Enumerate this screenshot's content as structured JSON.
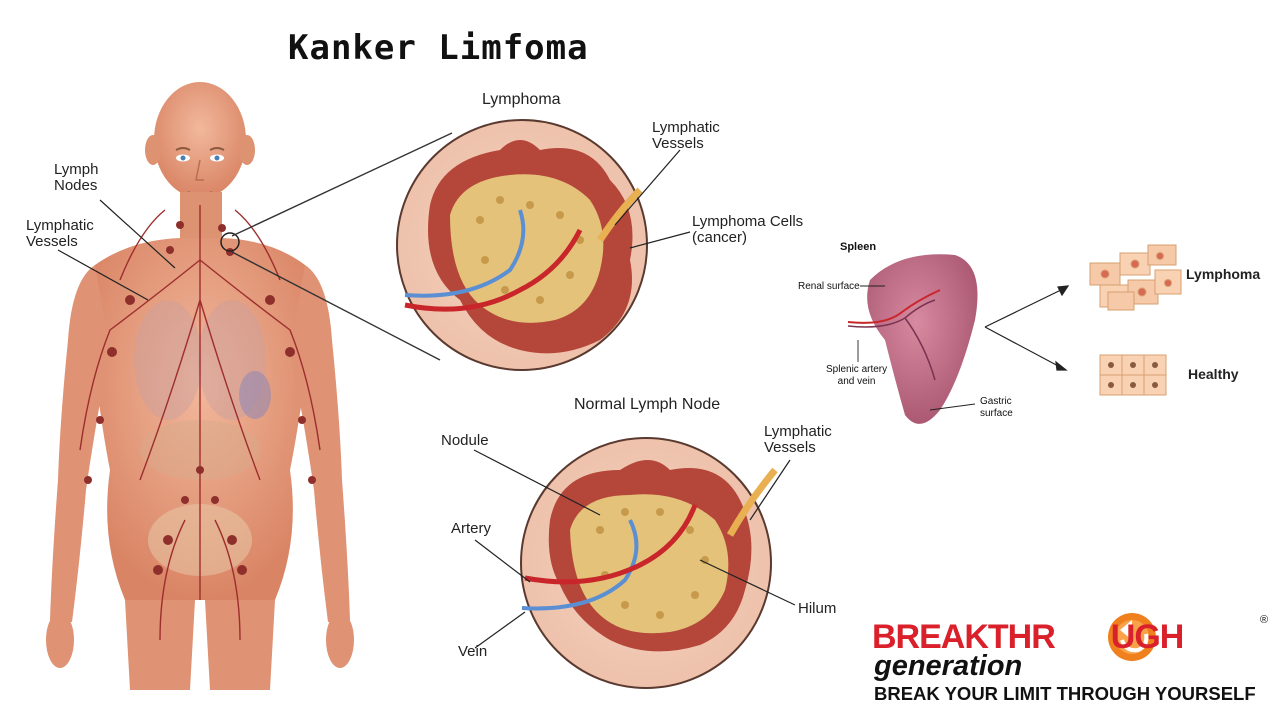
{
  "title": "Kanker Limfoma",
  "body_labels": {
    "lymph_nodes": "Lymph\nNodes",
    "lymphatic_vessels": "Lymphatic\nVessels"
  },
  "lymphoma_panel": {
    "heading": "Lymphoma",
    "lymphatic_vessels": "Lymphatic\nVessels",
    "cells": "Lymphoma Cells\n(cancer)"
  },
  "normal_panel": {
    "heading": "Normal Lymph Node",
    "nodule": "Nodule",
    "artery": "Artery",
    "vein": "Vein",
    "hilum": "Hilum",
    "lymphatic_vessels": "Lymphatic\nVessels"
  },
  "spleen_panel": {
    "heading": "Spleen",
    "renal_surface": "Renal surface",
    "splenic_artery": "Splenic artery\nand vein",
    "gastric_surface": "Gastric\nsurface",
    "lymphoma": "Lymphoma",
    "healthy": "Healthy"
  },
  "logo": {
    "main_left": "BREAKTHR",
    "main_right": "UGH",
    "sub": "generation",
    "tagline": "BREAK YOUR LIMIT THROUGH YOURSELF",
    "reg": "®"
  },
  "colors": {
    "skin": "#e69e80",
    "tissue": "#f0c9b4",
    "node_red": "#b5473a",
    "artery": "#c9262b",
    "vein": "#5b8fd4",
    "spleen": "#bd6f88",
    "logo_red": "#d9202b",
    "logo_orange": "#f07f1e"
  }
}
